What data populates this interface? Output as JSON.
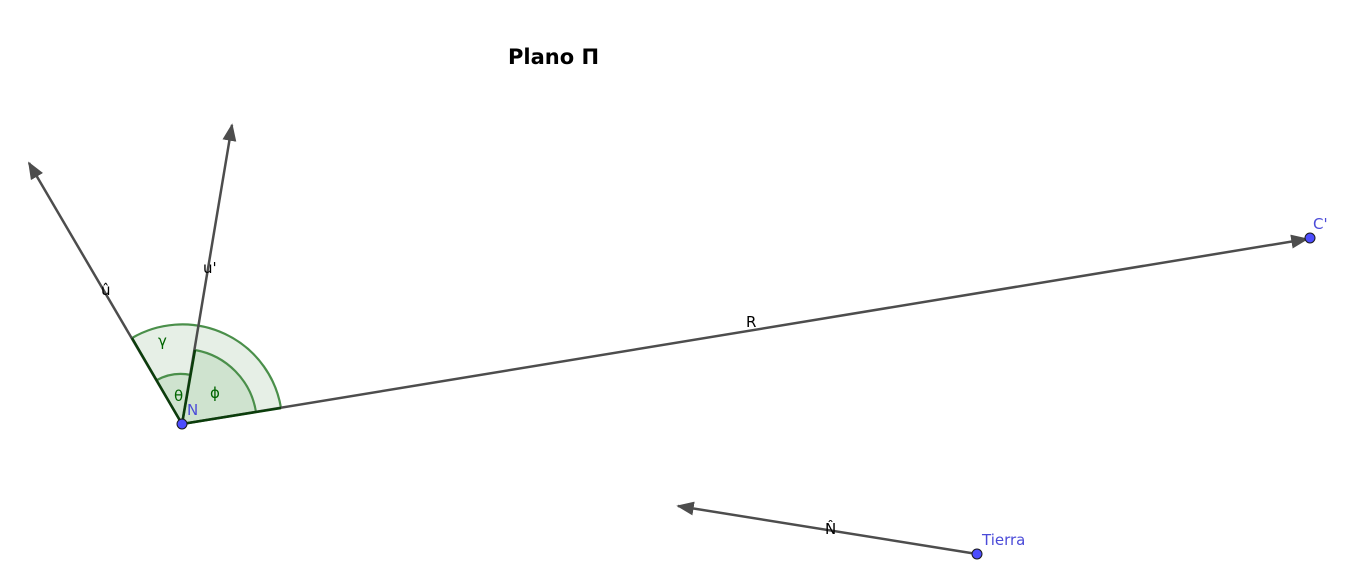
{
  "title": "Plano Π",
  "vectors": {
    "u_hat": "û",
    "u_prime": "u'",
    "R": "R",
    "N_hat": "N̂"
  },
  "points": {
    "N": "N",
    "C_prime": "C'",
    "Tierra": "Tierra"
  },
  "angles": {
    "gamma": "γ",
    "theta": "θ",
    "phi": "ϕ"
  },
  "colors": {
    "vector": "#4d4d4d",
    "point_fill": "#4d4dff",
    "point_label": "#4b4bd8",
    "angle_stroke": "#4a8f4a",
    "angle_fill_light": "#e6efe6",
    "angle_fill_dark": "#cfe3cf",
    "angle_label": "#006400"
  }
}
